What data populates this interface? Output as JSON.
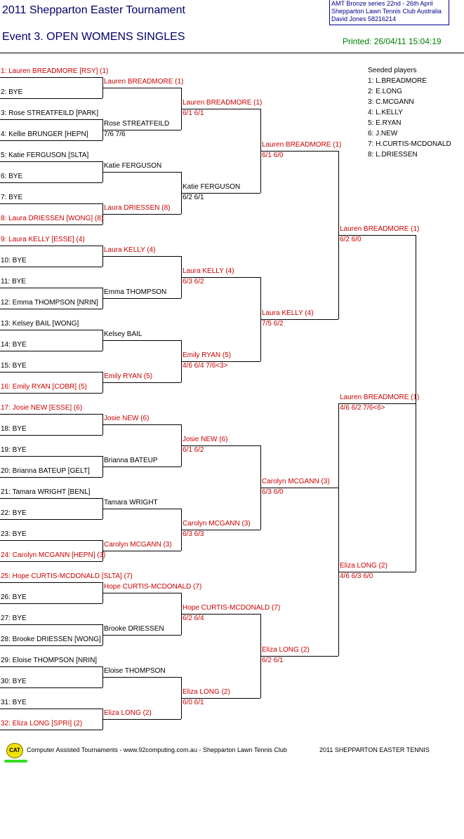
{
  "header": {
    "tournament_title": "2011 Shepparton Easter Tournament",
    "event_title": "Event 3. OPEN WOMENS SINGLES",
    "printed": "Printed: 26/04/11 15:04:19",
    "info_lines": [
      "AMT Bronze series    22nd - 26th April",
      "Shepparton Lawn Tennis Club    Australia",
      "David Jones    58216214"
    ]
  },
  "seeds": {
    "heading": "Seeded players",
    "items": [
      "1: L.BREADMORE",
      "2: E.LONG",
      "3: C.MCGANN",
      "4: L.KELLY",
      "5: E.RYAN",
      "6: J.NEW",
      "7: H.CURTIS-MCDONALD",
      "8: L.DRIESSEN"
    ]
  },
  "round1": [
    {
      "text": "1: Lauren BREADMORE [RSY] (1)",
      "red": true
    },
    {
      "text": "2: BYE",
      "red": false
    },
    {
      "text": "3: Rose STREATFEILD [PARK]",
      "red": false
    },
    {
      "text": "4: Kellie BRUNGER [HEPN]",
      "red": false
    },
    {
      "text": "5: Katie FERGUSON [SLTA]",
      "red": false
    },
    {
      "text": "6: BYE",
      "red": false
    },
    {
      "text": "7: BYE",
      "red": false
    },
    {
      "text": "8: Laura DRIESSEN [WONG] (8)",
      "red": true
    },
    {
      "text": "9: Laura KELLY [ESSE] (4)",
      "red": true
    },
    {
      "text": "10: BYE",
      "red": false
    },
    {
      "text": "11: BYE",
      "red": false
    },
    {
      "text": "12: Emma THOMPSON [NRIN]",
      "red": false
    },
    {
      "text": "13: Kelsey BAIL [WONG]",
      "red": false
    },
    {
      "text": "14: BYE",
      "red": false
    },
    {
      "text": "15: BYE",
      "red": false
    },
    {
      "text": "16: Emily RYAN [COBR] (5)",
      "red": true
    },
    {
      "text": "17: Josie NEW [ESSE] (6)",
      "red": true
    },
    {
      "text": "18: BYE",
      "red": false
    },
    {
      "text": "19: BYE",
      "red": false
    },
    {
      "text": "20: Brianna BATEUP [GELT]",
      "red": false
    },
    {
      "text": "21: Tamara WRIGHT [BENL]",
      "red": false
    },
    {
      "text": "22: BYE",
      "red": false
    },
    {
      "text": "23: BYE",
      "red": false
    },
    {
      "text": "24: Carolyn MCGANN [HEPN] (3)",
      "red": true
    },
    {
      "text": "25: Hope CURTIS-MCDONALD [SLTA] (7)",
      "red": true
    },
    {
      "text": "26: BYE",
      "red": false
    },
    {
      "text": "27: BYE",
      "red": false
    },
    {
      "text": "28: Brooke DRIESSEN [WONG]",
      "red": false
    },
    {
      "text": "29: Eloise THOMPSON [NRIN]",
      "red": false
    },
    {
      "text": "30: BYE",
      "red": false
    },
    {
      "text": "31: BYE",
      "red": false
    },
    {
      "text": "32: Eliza LONG [SPRI] (2)",
      "red": true
    }
  ],
  "round2": [
    {
      "name": "Lauren BREADMORE (1)",
      "score": "",
      "red": true
    },
    {
      "name": "Rose STREATFEILD",
      "score": "7/6 7/6",
      "red": false
    },
    {
      "name": "Katie FERGUSON",
      "score": "",
      "red": false
    },
    {
      "name": "Laura DRIESSEN (8)",
      "score": "",
      "red": true
    },
    {
      "name": "Laura KELLY (4)",
      "score": "",
      "red": true
    },
    {
      "name": "Emma THOMPSON",
      "score": "",
      "red": false
    },
    {
      "name": "Kelsey BAIL",
      "score": "",
      "red": false
    },
    {
      "name": "Emily RYAN (5)",
      "score": "",
      "red": true
    },
    {
      "name": "Josie NEW (6)",
      "score": "",
      "red": true
    },
    {
      "name": "Brianna BATEUP",
      "score": "",
      "red": false
    },
    {
      "name": "Tamara WRIGHT",
      "score": "",
      "red": false
    },
    {
      "name": "Carolyn MCGANN (3)",
      "score": "",
      "red": true
    },
    {
      "name": "Hope CURTIS-MCDONALD (7)",
      "score": "",
      "red": true
    },
    {
      "name": "Brooke DRIESSEN",
      "score": "",
      "red": false
    },
    {
      "name": "Eloise THOMPSON",
      "score": "",
      "red": false
    },
    {
      "name": "Eliza LONG (2)",
      "score": "",
      "red": true
    }
  ],
  "round3": [
    {
      "name": "Lauren BREADMORE (1)",
      "score": "6/1 6/1",
      "red": true
    },
    {
      "name": "Katie FERGUSON",
      "score": "6/2 6/1",
      "red": false
    },
    {
      "name": "Laura KELLY (4)",
      "score": "6/3 6/2",
      "red": true
    },
    {
      "name": "Emily RYAN (5)",
      "score": "4/6 6/4 7/6<3>",
      "red": true
    },
    {
      "name": "Josie NEW (6)",
      "score": "6/1 6/2",
      "red": true
    },
    {
      "name": "Carolyn MCGANN (3)",
      "score": "6/3 6/3",
      "red": true
    },
    {
      "name": "Hope CURTIS-MCDONALD (7)",
      "score": "6/2 6/4",
      "red": true
    },
    {
      "name": "Eliza LONG (2)",
      "score": "6/0 6/1",
      "red": true
    }
  ],
  "round4": [
    {
      "name": "Lauren BREADMORE (1)",
      "score": "6/1 6/0",
      "red": true
    },
    {
      "name": "Laura KELLY (4)",
      "score": "7/5 6/2",
      "red": true
    },
    {
      "name": "Carolyn MCGANN (3)",
      "score": "6/3 6/0",
      "red": true
    },
    {
      "name": "Eliza LONG (2)",
      "score": "6/2 6/1",
      "red": true
    }
  ],
  "semis": [
    {
      "name": "Lauren BREADMORE (1)",
      "score": "6/2 6/0",
      "red": true
    },
    {
      "name": "Eliza LONG (2)",
      "score": "4/6 6/3 6/0",
      "red": true
    }
  ],
  "final": {
    "name": "Lauren BREADMORE (1)",
    "score": "4/6 6/2 7/6<6>",
    "red": true
  },
  "footer": {
    "logo_text": "CAT",
    "left": "Computer Assisted Tournaments - www.92computing.com.au -  Shepparton Lawn Tennis Club",
    "right": "2011 SHEPPARTON EASTER TENNIS"
  }
}
